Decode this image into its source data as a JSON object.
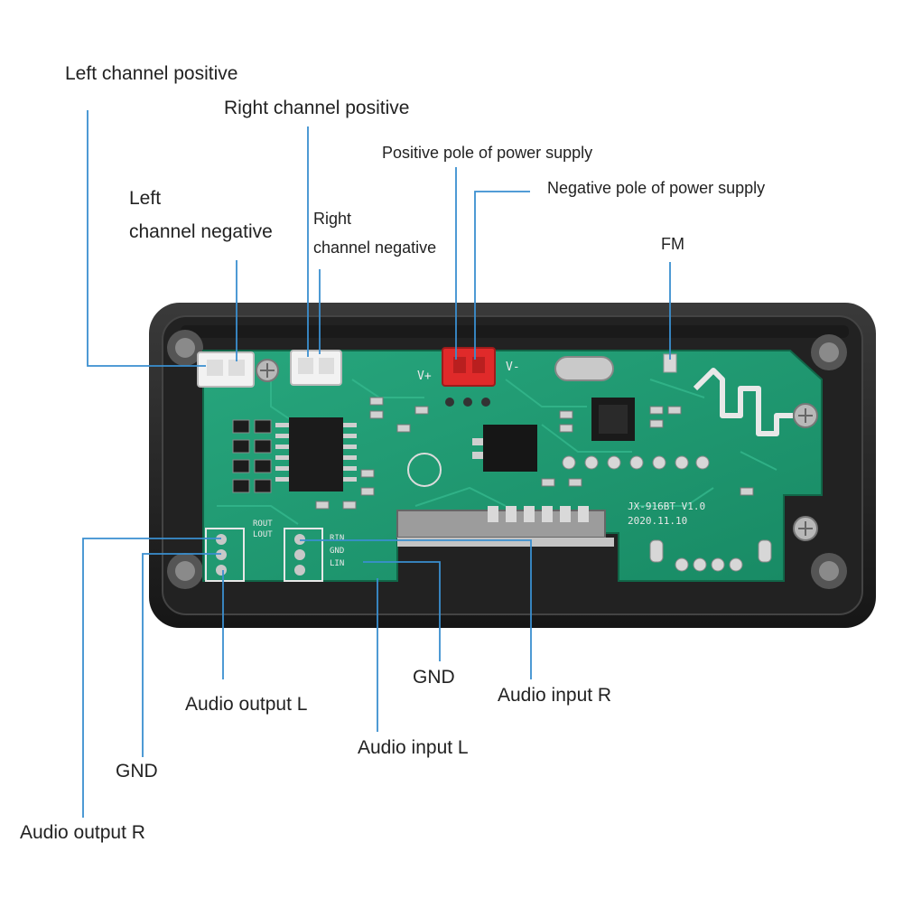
{
  "diagram": {
    "labels": {
      "left_channel_positive": "Left channel positive",
      "right_channel_positive": "Right channel positive",
      "left_channel_negative_1": "Left",
      "left_channel_negative_2": "channel negative",
      "right_channel_negative_1": "Right",
      "right_channel_negative_2": "channel negative",
      "positive_pole_power": "Positive pole of power supply",
      "negative_pole_power": "Negative pole of power supply",
      "fm": "FM",
      "gnd_center": "GND",
      "audio_input_r": "Audio input R",
      "audio_output_l": "Audio output L",
      "audio_input_l": "Audio input L",
      "gnd_left": "GND",
      "audio_output_r": "Audio output R"
    },
    "board_markings": {
      "model": "JX-916BT V1.0",
      "date": "2020.11.10",
      "v_plus": "V+",
      "v_minus": "V-",
      "rout": "ROUT",
      "lout": "LOUT",
      "gnd": "GND",
      "lin": "LIN",
      "rin": "RIN"
    },
    "colors": {
      "leader_line": "#3a8fd0",
      "pcb": "#1f9a72",
      "pcb_dark": "#167a58",
      "case": "#2a2a2a",
      "power_connector": "#e02a2a"
    }
  }
}
